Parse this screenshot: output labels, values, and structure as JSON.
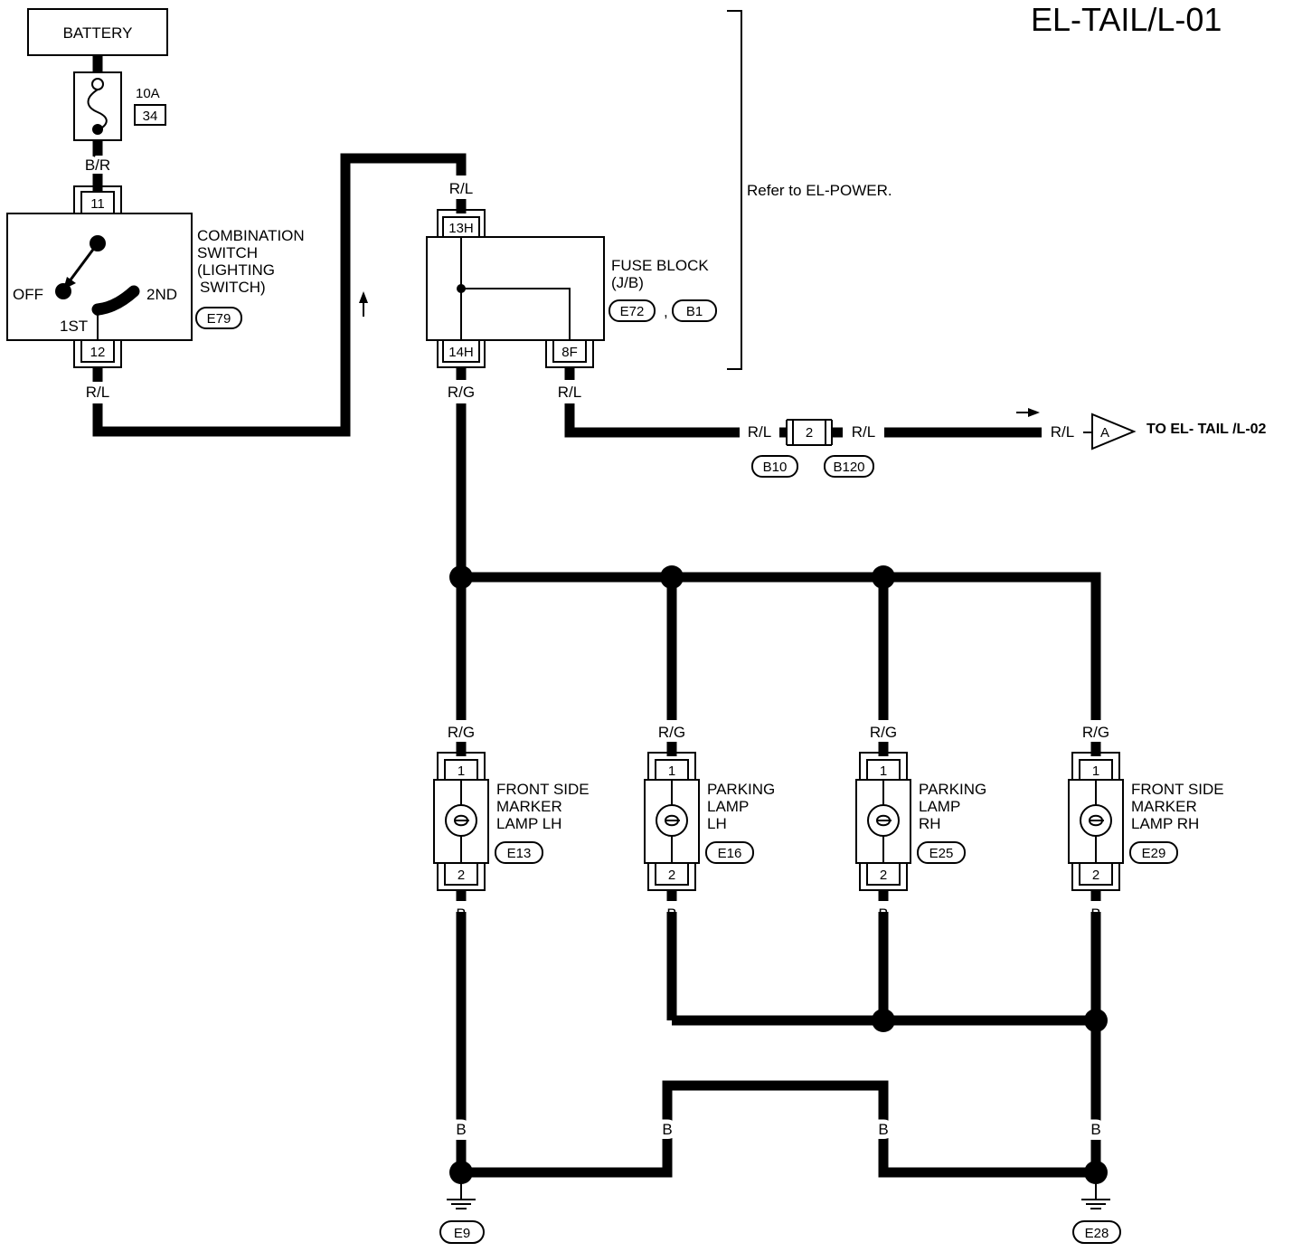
{
  "title": "EL-TAIL/L-01",
  "battery": {
    "label": "BATTERY"
  },
  "fuse": {
    "rating": "10A",
    "number": "34"
  },
  "refer_note": "Refer to EL-POWER.",
  "combination_switch": {
    "name_lines": [
      "COMBINATION",
      "SWITCH",
      "(LIGHTING",
      "SWITCH)"
    ],
    "connector": "E79",
    "pin_top": "11",
    "pin_bottom": "12",
    "positions": {
      "off": "OFF",
      "first": "1ST",
      "second": "2ND"
    }
  },
  "fuse_block": {
    "name_lines": [
      "FUSE BLOCK",
      "(J/B)"
    ],
    "connector_a": "E72",
    "separator": ",",
    "connector_b": "B1",
    "pin_in": "13H",
    "pin_out_a": "14H",
    "pin_out_b": "8F"
  },
  "wires": {
    "battery_out": "B/R",
    "switch_out": "R/L",
    "jb_in": "R/L",
    "jb_out_a": "R/G",
    "jb_out_b": "R/L",
    "inline_left": "R/L",
    "inline_right": "R/L",
    "to_connector": "R/L"
  },
  "inline_connector": {
    "pin": "2",
    "left": "B10",
    "right": "B120"
  },
  "offpage": {
    "letter": "A",
    "label": "TO EL- TAIL /L-02"
  },
  "lamps": [
    {
      "name_lines": [
        "FRONT SIDE",
        "MARKER",
        "LAMP LH"
      ],
      "connector": "E13",
      "pin_top": "1",
      "pin_bottom": "2",
      "wire_in": "R/G",
      "wire_out": "B"
    },
    {
      "name_lines": [
        "PARKING",
        "LAMP",
        "LH"
      ],
      "connector": "E16",
      "pin_top": "1",
      "pin_bottom": "2",
      "wire_in": "R/G",
      "wire_out": "B"
    },
    {
      "name_lines": [
        "PARKING",
        "LAMP",
        "RH"
      ],
      "connector": "E25",
      "pin_top": "1",
      "pin_bottom": "2",
      "wire_in": "R/G",
      "wire_out": "B"
    },
    {
      "name_lines": [
        "FRONT SIDE",
        "MARKER",
        "LAMP RH"
      ],
      "connector": "E29",
      "pin_top": "1",
      "pin_bottom": "2",
      "wire_in": "R/G",
      "wire_out": "B"
    }
  ],
  "ground_wires": [
    "B",
    "B",
    "B",
    "B"
  ],
  "grounds": [
    "E9",
    "E28"
  ]
}
